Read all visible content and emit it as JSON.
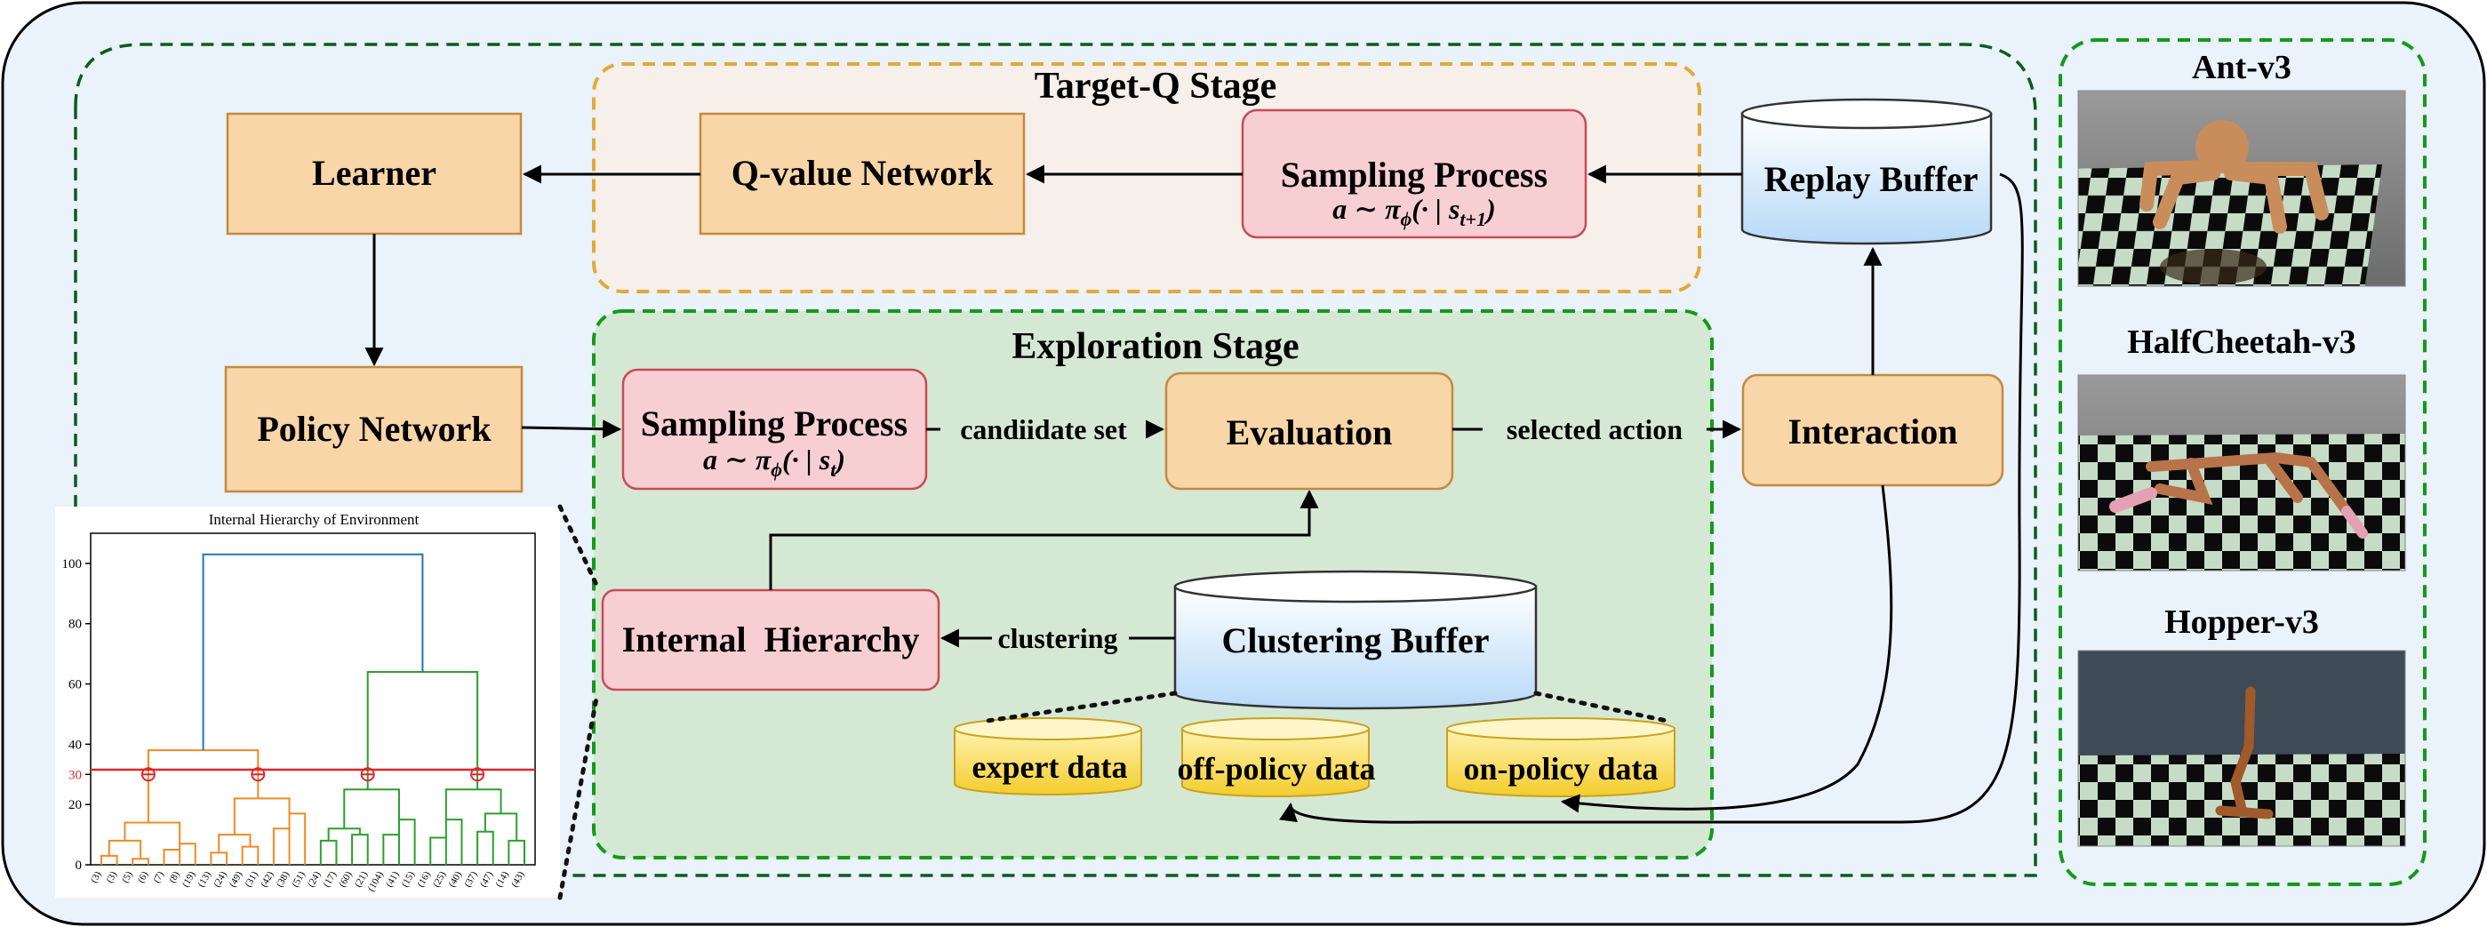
{
  "stages": {
    "target_q": "Target-Q Stage",
    "exploration": "Exploration Stage"
  },
  "nodes": {
    "learner": "Learner",
    "q_value_network": "Q-value Network",
    "sampling_target": {
      "title": "Sampling Process",
      "formula": "a ∼ π",
      "sub_phi": "ϕ",
      "formula_rest": "(· | s",
      "sub_state": "t+1",
      "close": ")"
    },
    "replay_buffer": "Replay Buffer",
    "policy_network": "Policy Network",
    "sampling_explore": {
      "title": "Sampling Process",
      "formula": "a ∼ π",
      "sub_phi": "ϕ",
      "formula_rest": "(· | s",
      "sub_state": "t",
      "close": ")"
    },
    "evaluation": "Evaluation",
    "interaction": "Interaction",
    "internal_hierarchy": "Internal  Hierarchy",
    "clustering_buffer": "Clustering Buffer",
    "expert_data": "expert data",
    "off_policy_data": "off-policy data",
    "on_policy_data": "on-policy data"
  },
  "edges": {
    "candidate_set": "candiidate set",
    "selected_action": "selected action",
    "clustering": "clustering"
  },
  "environments": [
    {
      "name": "Ant-v3",
      "icon": "ant-robot-render"
    },
    {
      "name": "HalfCheetah-v3",
      "icon": "halfcheetah-robot-render"
    },
    {
      "name": "Hopper-v3",
      "icon": "hopper-robot-render"
    }
  ],
  "dendrogram": {
    "title": "Internal Hierarchy of Environment",
    "y_ticks": [
      "0",
      "20",
      "30",
      "40",
      "60",
      "80",
      "100"
    ],
    "threshold_label": "30",
    "leaf_labels": [
      "(3)",
      "(3)",
      "(5)",
      "(6)",
      "(7)",
      "(8)",
      "(19)",
      "(13)",
      "(24)",
      "(49)",
      "(31)",
      "(42)",
      "(38)",
      "(51)",
      "(24)",
      "(17)",
      "(60)",
      "(21)",
      "(104)",
      "(41)",
      "(15)",
      "(16)",
      "(25)",
      "(40)",
      "(37)",
      "(47)",
      "(14)",
      "(43)"
    ]
  },
  "colors": {
    "outer_bg": "#eaf2fb",
    "orange_box": "#f8d6a8",
    "pink_box": "#f7cfd3",
    "green_stage": "#d5e8d4",
    "target_stage": "#f6efea",
    "dark_green": "#0d5c1b",
    "orange_dash": "#e2a93a",
    "red_line": "#e0262c",
    "cluster_orange": "#f08a24",
    "cluster_green": "#2ca02c",
    "cluster_blue": "#1f77b4"
  }
}
